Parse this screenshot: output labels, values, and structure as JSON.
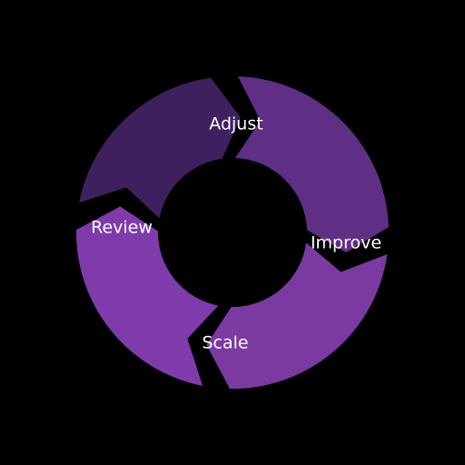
{
  "background_color": "#000000",
  "separator_color": "#000000",
  "segments": [
    {
      "label": "Adjust",
      "color": "#5f2f86"
    },
    {
      "label": "Improve",
      "color": "#7b3aa2"
    },
    {
      "label": "Scale",
      "color": "#7f3aab"
    },
    {
      "label": "Review",
      "color": "#3f205e"
    }
  ]
}
